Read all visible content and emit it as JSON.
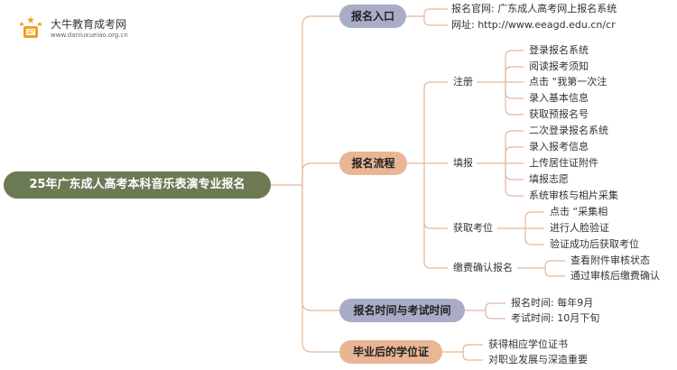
{
  "logo": {
    "title": "大牛教育成考网",
    "url": "www.daniuxueiao.org.cn"
  },
  "root": {
    "title": "25年广东成人高考本科音乐表演专业报名"
  },
  "branches": {
    "entry": {
      "title": "报名入口",
      "items": [
        "报名官网: 广东成人高考网上报名系统",
        "网址: http://www.eeagd.edu.cn/cr"
      ]
    },
    "process": {
      "title": "报名流程",
      "register": {
        "label": "注册",
        "items": [
          "登录报名系统",
          "阅读报考须知",
          "点击 “我第一次注",
          "录入基本信息",
          "获取预报名号"
        ]
      },
      "fill": {
        "label": "填报",
        "items": [
          "二次登录报名系统",
          "录入报考信息",
          "上传居住证附件",
          "填报志愿",
          "系统审核与相片采集"
        ]
      },
      "exam_number": {
        "label": "获取考位",
        "items": [
          "点击 “采集相",
          "进行人脸验证",
          "验证成功后获取考位"
        ]
      },
      "payment": {
        "label": "缴费确认报名",
        "items": [
          "查看附件审核状态",
          "通过审核后缴费确认"
        ]
      }
    },
    "time": {
      "title": "报名时间与考试时间",
      "items": [
        "报名时间: 每年9月",
        "考试时间: 10月下旬"
      ]
    },
    "degree": {
      "title": "毕业后的学位证",
      "items": [
        "获得相应学位证书",
        "对职业发展与深造重要"
      ]
    }
  },
  "colors": {
    "root": "#6b7a55",
    "blue_branch": "#a9acc7",
    "peach_branch": "#e9b594",
    "line": "#e2b79a",
    "logo_orange": "#f0a020"
  }
}
